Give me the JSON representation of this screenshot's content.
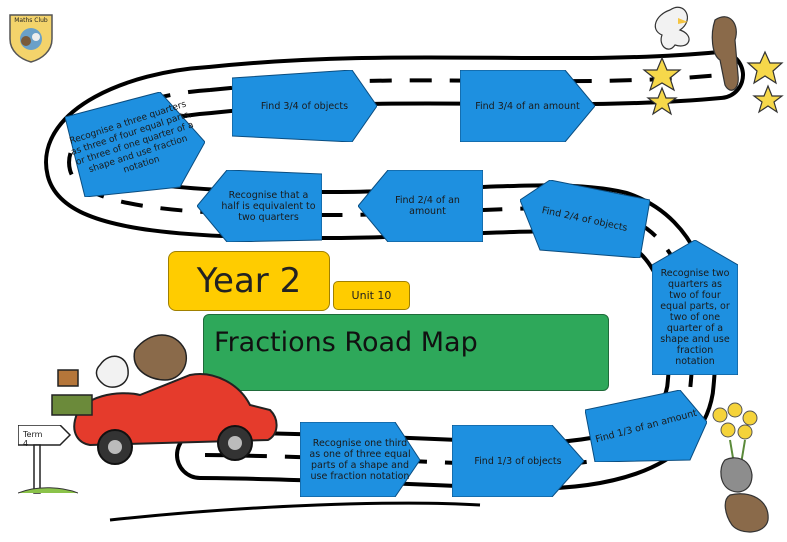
{
  "logo": {
    "text": "Maths Club"
  },
  "title": "Year 2",
  "unit": "Unit 10",
  "heading": "Fractions Road Map",
  "term": "Term 4",
  "steps": [
    "Recognise a three quarters as three of four equal parts, or three of one quarter of a shape and use fraction notation",
    "Find 3/4 of objects",
    "Find 3/4 of an amount",
    "Recognise that a half is equivalent to two quarters",
    "Find 2/4 of an amount",
    "Find 2/4 of objects",
    "Recognise two quarters as two of four equal parts, or two of one quarter of a shape and use fraction notation",
    "Recognise one third as one of three equal parts of a shape and use fraction notation",
    "Find 1/3 of objects",
    "Find 1/3 of an amount"
  ],
  "colors": {
    "sign": "#1e90e0",
    "title": "#ffcc00",
    "main": "#2ea85a",
    "road": "#000000"
  },
  "illustrations": [
    "car-with-characters",
    "cockatoo-and-moose-with-stars",
    "flowers-and-characters"
  ]
}
